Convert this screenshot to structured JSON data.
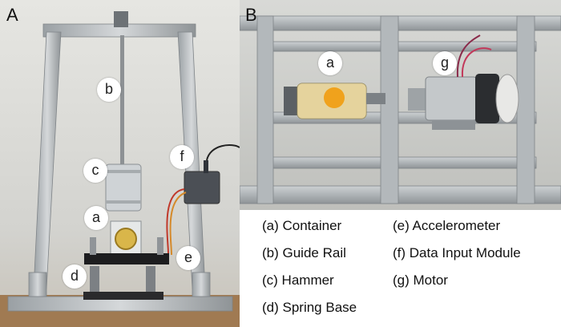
{
  "panel_labels": {
    "a": "A",
    "b": "B"
  },
  "markers": {
    "a_b": "b",
    "a_c": "c",
    "a_f": "f",
    "a_a": "a",
    "a_e": "e",
    "a_d": "d",
    "b_a": "a",
    "b_g": "g"
  },
  "legend": [
    "(a) Container",
    "(b) Guide Rail",
    "(c) Hammer",
    "(d) Spring Base",
    "(e) Accelerometer",
    "(f) Data Input Module",
    "(g) Motor"
  ],
  "colors": {
    "frame": "#b7bbbe",
    "ball": "#f0a21c",
    "liquid": "#d9b64a",
    "module": "#4b4f55"
  }
}
